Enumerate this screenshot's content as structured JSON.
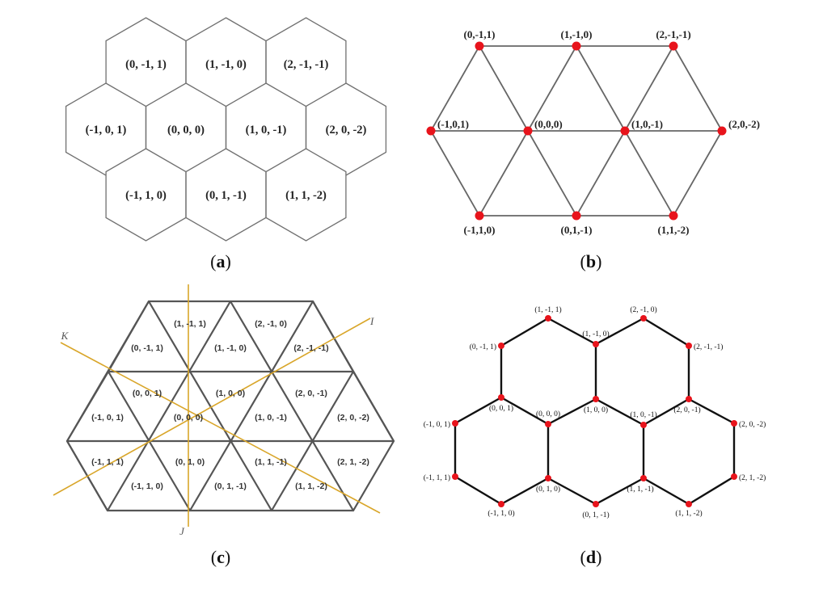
{
  "panels": [
    {
      "id": "a",
      "caption": {
        "open": "(",
        "letter": "a",
        "close": ")"
      },
      "cells": [
        {
          "label": "(0, -1, 1)",
          "q": 0,
          "r": -1
        },
        {
          "label": "(1, -1, 0)",
          "q": 1,
          "r": -1
        },
        {
          "label": "(2, -1, -1)",
          "q": 2,
          "r": -1
        },
        {
          "label": "(-1, 0, 1)",
          "q": -1,
          "r": 0
        },
        {
          "label": "(0, 0, 0)",
          "q": 0,
          "r": 0
        },
        {
          "label": "(1, 0, -1)",
          "q": 1,
          "r": 0
        },
        {
          "label": "(2, 0, -2)",
          "q": 2,
          "r": 0
        },
        {
          "label": "(-1, 1, 0)",
          "q": -1,
          "r": 1
        },
        {
          "label": "(0, 1, -1)",
          "q": 0,
          "r": 1
        },
        {
          "label": "(1, 1, -2)",
          "q": 1,
          "r": 1
        }
      ]
    },
    {
      "id": "b",
      "caption": {
        "open": "(",
        "letter": "b",
        "close": ")"
      },
      "node_color": "#e8141c",
      "edge_color": "#666666",
      "nodes": [
        {
          "label": "(0,-1,1)",
          "q": 0,
          "r": -1
        },
        {
          "label": "(1,-1,0)",
          "q": 1,
          "r": -1
        },
        {
          "label": "(2,-1,-1)",
          "q": 2,
          "r": -1
        },
        {
          "label": "(-1,0,1)",
          "q": -1,
          "r": 0
        },
        {
          "label": "(0,0,0)",
          "q": 0,
          "r": 0
        },
        {
          "label": "(1,0,-1)",
          "q": 1,
          "r": 0
        },
        {
          "label": "(2,0,-2)",
          "q": 2,
          "r": 0
        },
        {
          "label": "(-1,1,0)",
          "q": -1,
          "r": 1
        },
        {
          "label": "(0,1,-1)",
          "q": 0,
          "r": 1
        },
        {
          "label": "(1,1,-2)",
          "q": 1,
          "r": 1
        }
      ]
    },
    {
      "id": "c",
      "caption": {
        "open": "(",
        "letter": "c",
        "close": ")"
      },
      "axis_color": "#d9a62a",
      "axis_labels": {
        "I": "I",
        "J": "J",
        "K": "K"
      },
      "triangles": [
        {
          "label": "(1, -1, 1)"
        },
        {
          "label": "(2, -1, 0)"
        },
        {
          "label": "(0, -1, 1)"
        },
        {
          "label": "(1, -1, 0)"
        },
        {
          "label": "(2, -1, -1)"
        },
        {
          "label": "(0, 0, 1)"
        },
        {
          "label": "(1, 0, 0)"
        },
        {
          "label": "(2, 0, -1)"
        },
        {
          "label": "(-1, 0, 1)"
        },
        {
          "label": "(0, 0, 0)"
        },
        {
          "label": "(1, 0, -1)"
        },
        {
          "label": "(2, 0, -2)"
        },
        {
          "label": "(-1, 1, 1)"
        },
        {
          "label": "(0, 1, 0)"
        },
        {
          "label": "(1, 1, -1)"
        },
        {
          "label": "(2, 1, -2)"
        },
        {
          "label": "(-1, 1, 0)"
        },
        {
          "label": "(0, 1, -1)"
        },
        {
          "label": "(1, 1, -2)"
        }
      ]
    },
    {
      "id": "d",
      "caption": {
        "open": "(",
        "letter": "d",
        "close": ")"
      },
      "node_color": "#e8141c",
      "edge_color": "#111111",
      "vertices": [
        {
          "label": "(1, -1, 1)"
        },
        {
          "label": "(2, -1, 0)"
        },
        {
          "label": "(0, -1, 1)"
        },
        {
          "label": "(1, -1, 0)"
        },
        {
          "label": "(2, -1, -1)"
        },
        {
          "label": "(0, 0, 1)"
        },
        {
          "label": "(0, 0, 0)"
        },
        {
          "label": "(1, 0, 0)"
        },
        {
          "label": "(1, 0, -1)"
        },
        {
          "label": "(2, 0, -1)"
        },
        {
          "label": "(-1, 0, 1)"
        },
        {
          "label": "(2, 0, -2)"
        },
        {
          "label": "(-1, 1, 1)"
        },
        {
          "label": "(2, 1, -2)"
        },
        {
          "label": "(0, 1, 0)"
        },
        {
          "label": "(1, 1, -1)"
        },
        {
          "label": "(-1, 1, 0)"
        },
        {
          "label": "(0, 1, -1)"
        },
        {
          "label": "(1, 1, -2)"
        }
      ]
    }
  ]
}
